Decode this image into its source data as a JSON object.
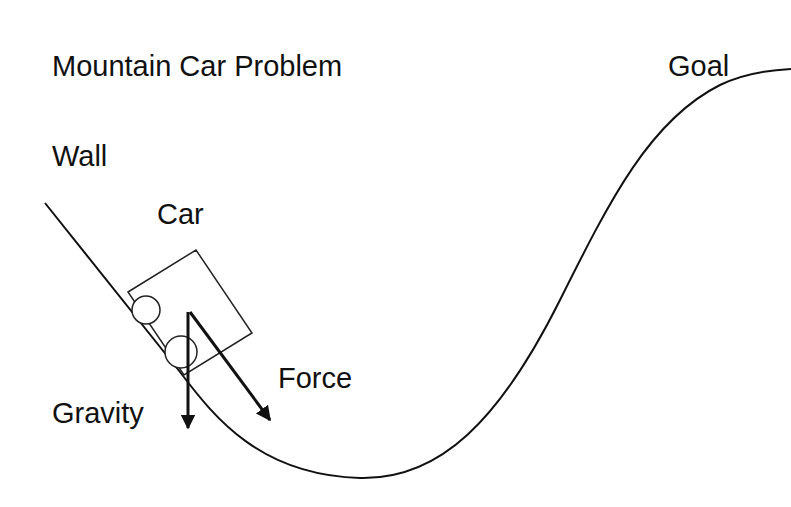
{
  "diagram": {
    "title": "Mountain Car Problem",
    "labels": [
      "Goal",
      "Wall",
      "Car",
      "Force",
      "Gravity"
    ]
  }
}
